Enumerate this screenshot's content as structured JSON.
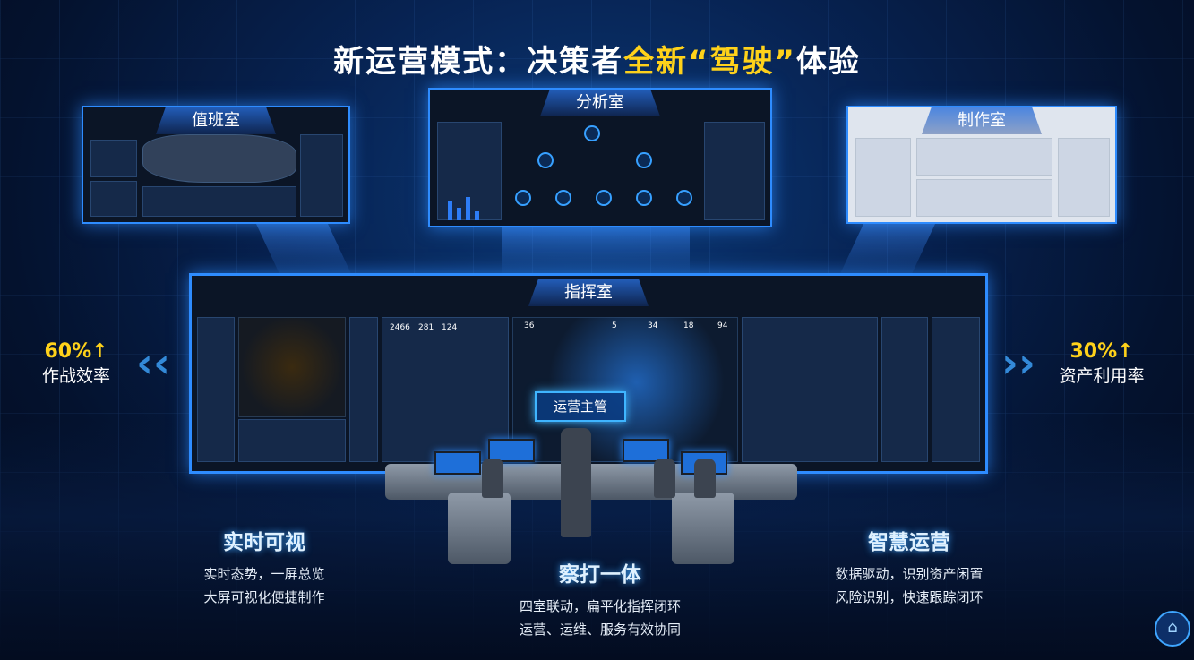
{
  "title": {
    "part1": "新运营模式：决策者",
    "highlight": "全新“驾驶”",
    "part2": "体验"
  },
  "rooms": {
    "duty": "值班室",
    "analysis": "分析室",
    "production": "制作室",
    "command": "指挥室"
  },
  "command_numbers": [
    "2466",
    "281",
    "124",
    "36",
    "5",
    "34",
    "18",
    "94"
  ],
  "operator_tag": "运营主管",
  "stats": {
    "left": {
      "value": "60%↑",
      "label": "作战效率"
    },
    "right": {
      "value": "30%↑",
      "label": "资产利用率"
    }
  },
  "features": [
    {
      "heading": "实时可视",
      "line1": "实时态势，一屏总览",
      "line2": "大屏可视化便捷制作"
    },
    {
      "heading": "察打一体",
      "line1": "四室联动，扁平化指挥闭环",
      "line2": "运营、运维、服务有效协同"
    },
    {
      "heading": "智慧运营",
      "line1": "数据驱动，识别资产闲置",
      "line2": "风险识别，快速跟踪闭环"
    }
  ],
  "icons": {
    "home": "home-icon",
    "chevron_left": "chevron-left-icon",
    "chevron_right": "chevron-right-icon"
  },
  "colors": {
    "highlight": "#ffd21a",
    "accent": "#2e8cff"
  }
}
